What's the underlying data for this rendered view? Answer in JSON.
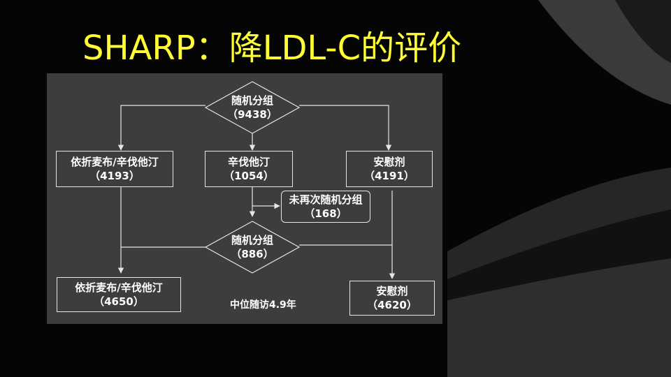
{
  "slide": {
    "title": "SHARP：降LDL-C的评价",
    "colors": {
      "title": "#ffff33",
      "background": "#050505",
      "panel": "#3d3d3d",
      "line": "#e6e6e6"
    }
  },
  "flowchart": {
    "randomize_1": {
      "label": "随机分组",
      "count": "（9438）"
    },
    "arm_combo": {
      "label": "依折麦布/辛伐他汀",
      "count": "（4193）"
    },
    "arm_simva": {
      "label": "辛伐他汀",
      "count": "（1054）"
    },
    "arm_placebo": {
      "label": "安慰剂",
      "count": "（4191）"
    },
    "not_rerandomized": {
      "label": "未再次随机分组",
      "count": "（168）"
    },
    "randomize_2": {
      "label": "随机分组",
      "count": "（886）"
    },
    "final_combo": {
      "label": "依折麦布/辛伐他汀",
      "count": "（4650）"
    },
    "final_placebo": {
      "label": "安慰剂",
      "count": "（4620）"
    },
    "followup": "中位随访4.9年"
  }
}
